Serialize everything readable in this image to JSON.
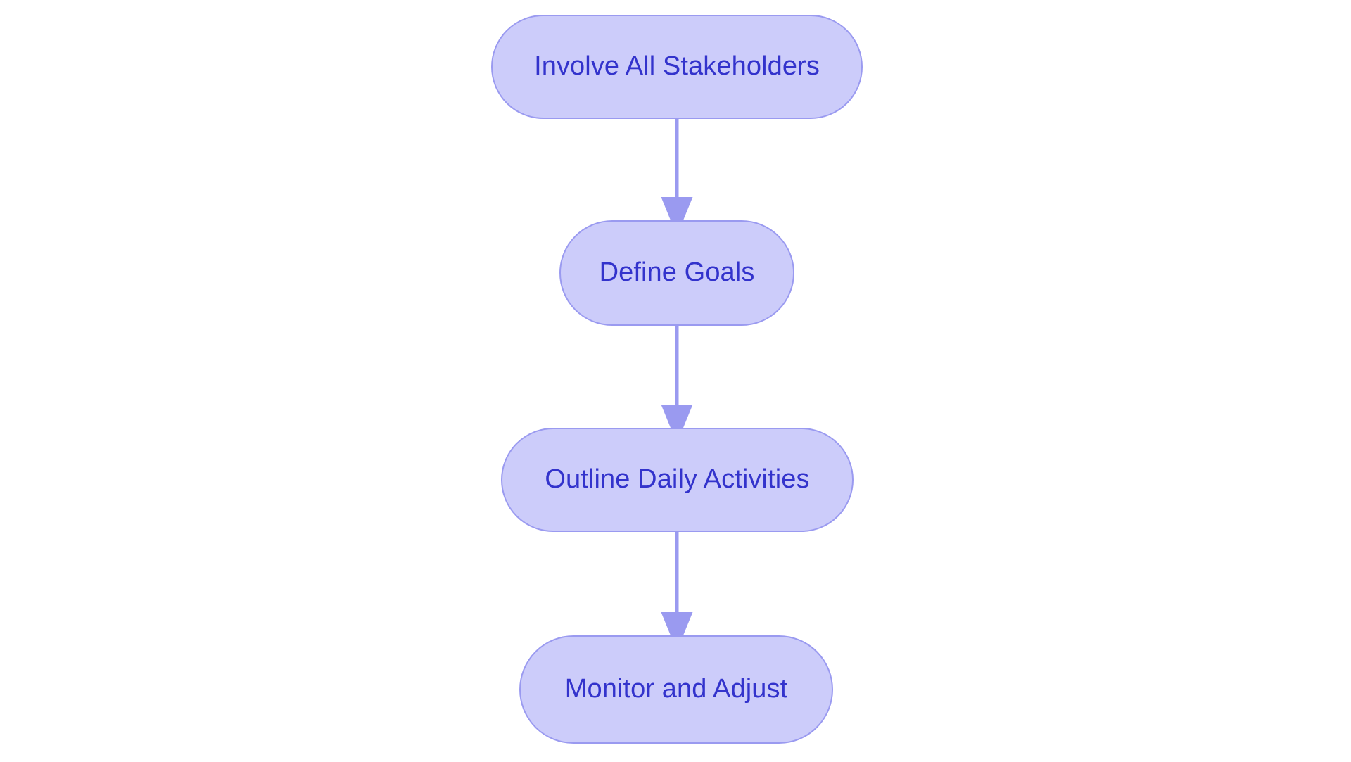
{
  "diagram": {
    "type": "flowchart",
    "orientation": "top-to-bottom",
    "background_color": "#ffffff",
    "node_fill_color": "#ccccfa",
    "node_border_color": "#9a9af0",
    "node_text_color": "#3333cc",
    "edge_color": "#9a9af0",
    "nodes": [
      {
        "id": "involve-all-stakeholders",
        "label": "Involve All Stakeholders"
      },
      {
        "id": "define-goals",
        "label": "Define Goals"
      },
      {
        "id": "outline-daily-activities",
        "label": "Outline Daily Activities"
      },
      {
        "id": "monitor-and-adjust",
        "label": "Monitor and Adjust"
      }
    ],
    "edges": [
      {
        "id": "edge-1",
        "from": "involve-all-stakeholders",
        "to": "define-goals",
        "arrow": "single"
      },
      {
        "id": "edge-2",
        "from": "define-goals",
        "to": "outline-daily-activities",
        "arrow": "single"
      },
      {
        "id": "edge-3",
        "from": "outline-daily-activities",
        "to": "monitor-and-adjust",
        "arrow": "single"
      }
    ]
  },
  "chart_data": {
    "type": "diagram",
    "title": "",
    "categories": [
      "Involve All Stakeholders",
      "Define Goals",
      "Outline Daily Activities",
      "Monitor and Adjust"
    ],
    "sequence": [
      "Involve All Stakeholders",
      "Define Goals",
      "Outline Daily Activities",
      "Monitor and Adjust"
    ]
  }
}
